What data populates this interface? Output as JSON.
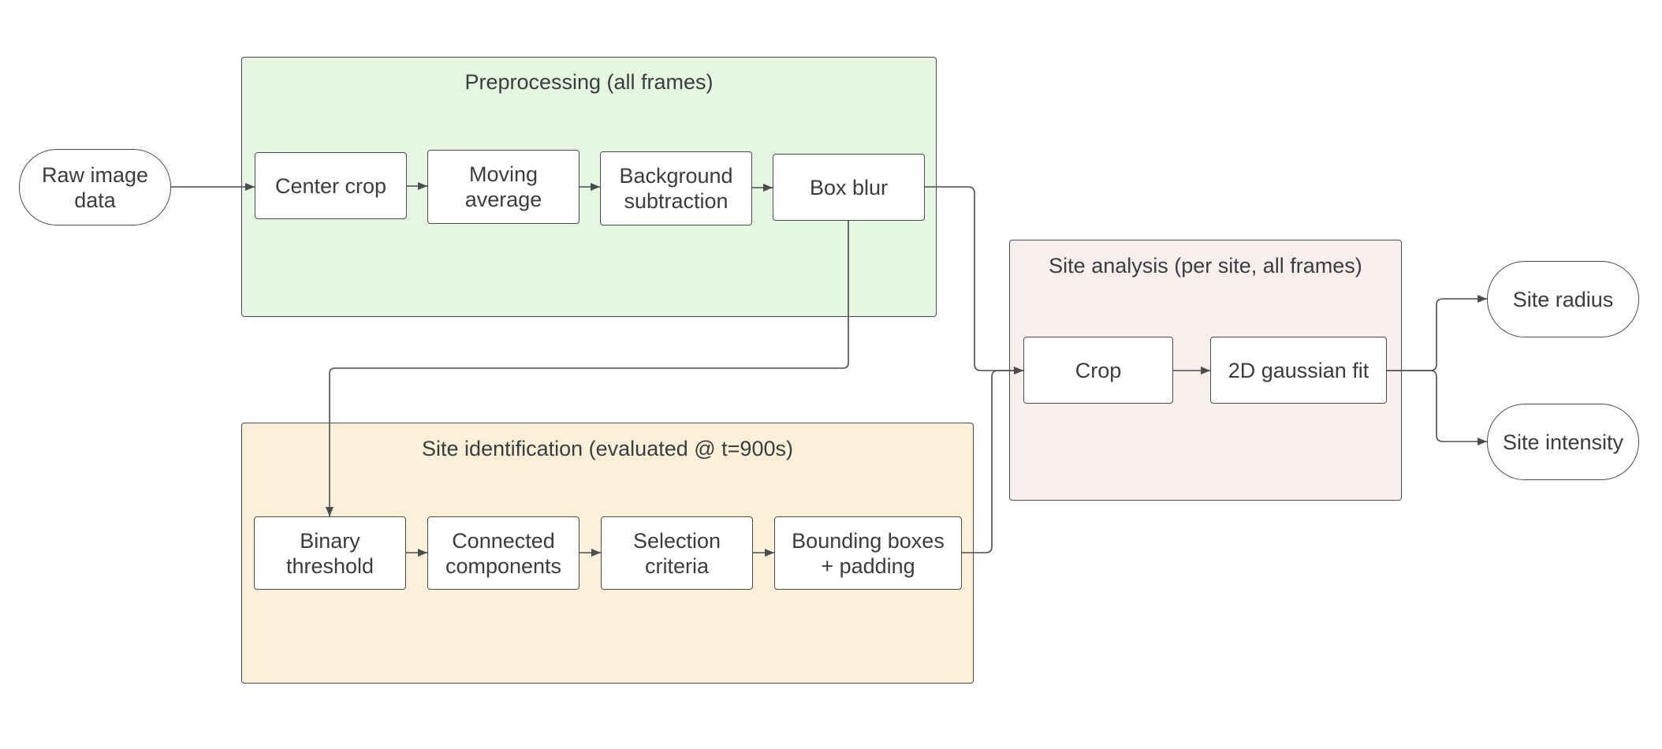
{
  "groups": {
    "preprocessing": {
      "title": "Preprocessing (all frames)",
      "color": "#e5f6e1"
    },
    "site_identification": {
      "title": "Site identification (evaluated @ t=900s)",
      "color": "#fcf0d9"
    },
    "site_analysis": {
      "title": "Site analysis (per site, all frames)",
      "color": "#fbeeee"
    }
  },
  "nodes": {
    "raw_image_data": "Raw image\ndata",
    "center_crop": "Center crop",
    "moving_average": "Moving\naverage",
    "background_subtraction": "Background\nsubtraction",
    "box_blur": "Box blur",
    "binary_threshold": "Binary\nthreshold",
    "connected_components": "Connected\ncomponents",
    "selection_criteria": "Selection\ncriteria",
    "bounding_boxes": "Bounding boxes\n+ padding",
    "crop": "Crop",
    "gaussian_fit": "2D gaussian fit",
    "site_radius": "Site radius",
    "site_intensity": "Site intensity"
  },
  "edges": [
    [
      "raw_image_data",
      "center_crop"
    ],
    [
      "center_crop",
      "moving_average"
    ],
    [
      "moving_average",
      "background_subtraction"
    ],
    [
      "background_subtraction",
      "box_blur"
    ],
    [
      "box_blur",
      "binary_threshold"
    ],
    [
      "box_blur",
      "crop"
    ],
    [
      "binary_threshold",
      "connected_components"
    ],
    [
      "connected_components",
      "selection_criteria"
    ],
    [
      "selection_criteria",
      "bounding_boxes"
    ],
    [
      "bounding_boxes",
      "crop"
    ],
    [
      "crop",
      "gaussian_fit"
    ],
    [
      "gaussian_fit",
      "site_radius"
    ],
    [
      "gaussian_fit",
      "site_intensity"
    ]
  ],
  "colors": {
    "stroke": "#4a4d50",
    "text": "#3a3d40",
    "node_fill": "#ffffff"
  }
}
